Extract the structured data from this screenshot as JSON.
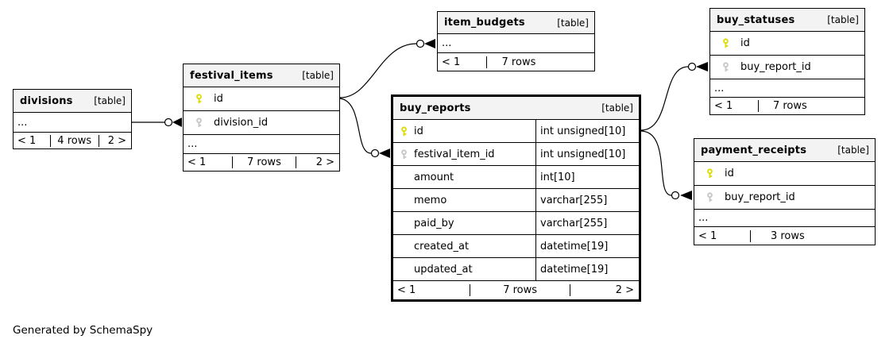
{
  "diagram": {
    "generated_by": "Generated by SchemaSpy",
    "colors": {
      "pk_key": "#dcdc00",
      "fk_key": "#c6c6c6",
      "header_bg": "#f3f3f3",
      "line": "#000000"
    },
    "tables": [
      {
        "name": "divisions",
        "tag": "[table]",
        "ellipsis": "...",
        "footer": {
          "prev": "< 1",
          "rows": "4 rows",
          "next": "2 >"
        }
      },
      {
        "name": "festival_items",
        "tag": "[table]",
        "ellipsis": "...",
        "columns": [
          {
            "key": "pk",
            "name": "id",
            "type": ""
          },
          {
            "key": "fk",
            "name": "division_id",
            "type": ""
          }
        ],
        "footer": {
          "prev": "< 1",
          "rows": "7 rows",
          "next": "2 >"
        }
      },
      {
        "name": "item_budgets",
        "tag": "[table]",
        "ellipsis": "...",
        "footer": {
          "prev": "< 1",
          "rows": "7 rows",
          "next": ""
        }
      },
      {
        "name": "buy_reports",
        "tag": "[table]",
        "columns": [
          {
            "key": "pk",
            "name": "id",
            "type": "int unsigned[10]"
          },
          {
            "key": "fk",
            "name": "festival_item_id",
            "type": "int unsigned[10]"
          },
          {
            "key": "",
            "name": "amount",
            "type": "int[10]"
          },
          {
            "key": "",
            "name": "memo",
            "type": "varchar[255]"
          },
          {
            "key": "",
            "name": "paid_by",
            "type": "varchar[255]"
          },
          {
            "key": "",
            "name": "created_at",
            "type": "datetime[19]"
          },
          {
            "key": "",
            "name": "updated_at",
            "type": "datetime[19]"
          }
        ],
        "footer": {
          "prev": "< 1",
          "rows": "7 rows",
          "next": "2 >"
        }
      },
      {
        "name": "buy_statuses",
        "tag": "[table]",
        "ellipsis": "...",
        "columns": [
          {
            "key": "pk",
            "name": "id",
            "type": ""
          },
          {
            "key": "fk",
            "name": "buy_report_id",
            "type": ""
          }
        ],
        "footer": {
          "prev": "< 1",
          "rows": "7 rows",
          "next": ""
        }
      },
      {
        "name": "payment_receipts",
        "tag": "[table]",
        "ellipsis": "...",
        "columns": [
          {
            "key": "pk",
            "name": "id",
            "type": ""
          },
          {
            "key": "fk",
            "name": "buy_report_id",
            "type": ""
          }
        ],
        "footer": {
          "prev": "< 1",
          "rows": "3 rows",
          "next": ""
        }
      }
    ],
    "relationships": [
      {
        "from": "divisions",
        "to": "festival_items.division_id"
      },
      {
        "from": "festival_items.id",
        "to": "item_budgets"
      },
      {
        "from": "festival_items.id",
        "to": "buy_reports.festival_item_id"
      },
      {
        "from": "buy_reports.id",
        "to": "buy_statuses.buy_report_id"
      },
      {
        "from": "buy_reports.id",
        "to": "payment_receipts.buy_report_id"
      }
    ]
  }
}
